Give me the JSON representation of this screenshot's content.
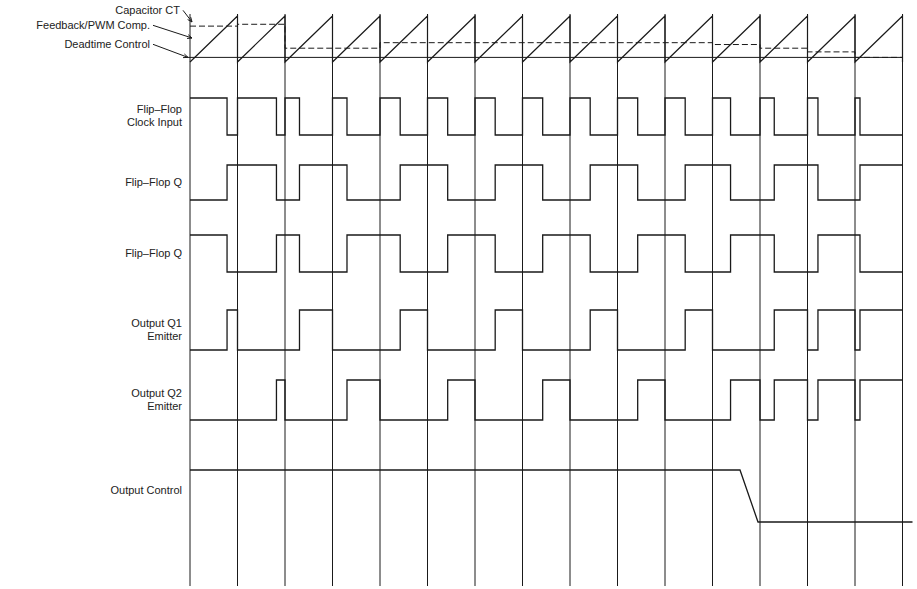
{
  "diagram": {
    "labels": [
      "Capacitor CT",
      "Feedback/PWM Comp.",
      "Deadtime Control",
      "Flip–Flop Clock Input",
      "Flip–Flop Q",
      "Flip–Flop Q",
      "Output Q1 Emitter",
      "Output Q2 Emitter",
      "Output Control"
    ]
  }
}
